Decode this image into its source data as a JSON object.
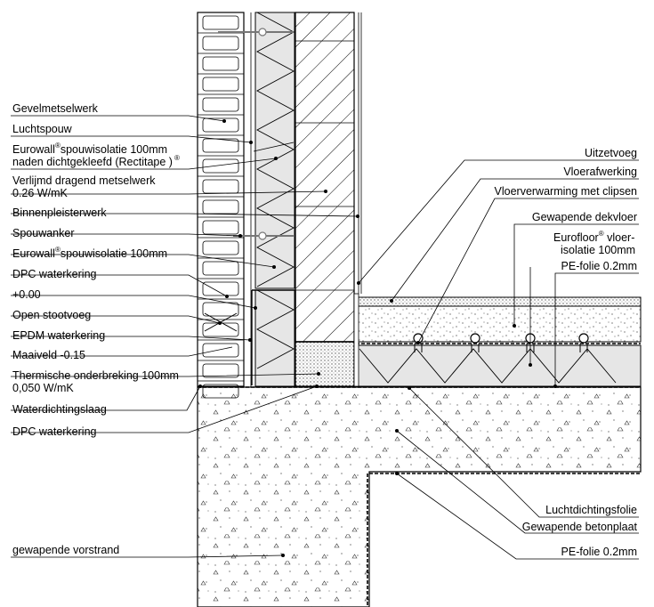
{
  "labels_left": [
    {
      "id": "gevelmetselwerk",
      "text": "Gevelmetselwerk"
    },
    {
      "id": "luchtspouw",
      "text": "Luchtspouw"
    },
    {
      "id": "eurowall-1-l1",
      "text": "Eurowall"
    },
    {
      "id": "eurowall-1-l1b",
      "text": "spouwisolatie 100mm"
    },
    {
      "id": "eurowall-1-l2",
      "text": "naden dichtgekleefd (Rectitape )"
    },
    {
      "id": "verlijmd-l1",
      "text": "Verlijmd dragend metselwerk"
    },
    {
      "id": "verlijmd-l2",
      "text": "0.26 W/mK"
    },
    {
      "id": "binnenpleisterwerk",
      "text": "Binnenpleisterwerk"
    },
    {
      "id": "spouwanker",
      "text": "Spouwanker"
    },
    {
      "id": "eurowall-2",
      "text": "Eurowall"
    },
    {
      "id": "eurowall-2b",
      "text": "spouwisolatie 100mm"
    },
    {
      "id": "dpc-1",
      "text": "DPC waterkering"
    },
    {
      "id": "peil",
      "text": "+0.00"
    },
    {
      "id": "stootvoeg",
      "text": "Open stootvoeg"
    },
    {
      "id": "epdm",
      "text": "EPDM waterkering"
    },
    {
      "id": "maaiveld",
      "text": "Maaiveld -0.15"
    },
    {
      "id": "thermisch-l1",
      "text": "Thermische onderbreking 100mm"
    },
    {
      "id": "thermisch-l2",
      "text": "0,050 W/mK"
    },
    {
      "id": "waterdichting",
      "text": "Waterdichtingslaag"
    },
    {
      "id": "dpc-2",
      "text": "DPC waterkering"
    },
    {
      "id": "vorstrand",
      "text": "gewapende vorstrand"
    }
  ],
  "labels_right": [
    {
      "id": "uitzetvoeg",
      "text": "Uitzetvoeg"
    },
    {
      "id": "vloerafwerking",
      "text": "Vloerafwerking"
    },
    {
      "id": "vloerverwarming",
      "text": "Vloerverwarming met clipsen"
    },
    {
      "id": "dekvloer",
      "text": "Gewapende dekvloer"
    },
    {
      "id": "eurofloor-l1",
      "text": "Eurofloor"
    },
    {
      "id": "eurofloor-l1b",
      "text": " vloer-"
    },
    {
      "id": "eurofloor-l2",
      "text": "isolatie 100mm"
    },
    {
      "id": "pefolie-1",
      "text": "PE-folie 0.2mm"
    },
    {
      "id": "luchtdichting",
      "text": "Luchtdichtingsfolie"
    },
    {
      "id": "betonplaat",
      "text": "Gewapende betonplaat"
    },
    {
      "id": "pefolie-2",
      "text": "PE-folie 0.2mm"
    }
  ],
  "symbols": {
    "registered": "®"
  },
  "colors": {
    "line": "#000000",
    "insulation": "#e6e6e6",
    "concrete": "#ffffff",
    "gravel": "#cfcfcf"
  }
}
